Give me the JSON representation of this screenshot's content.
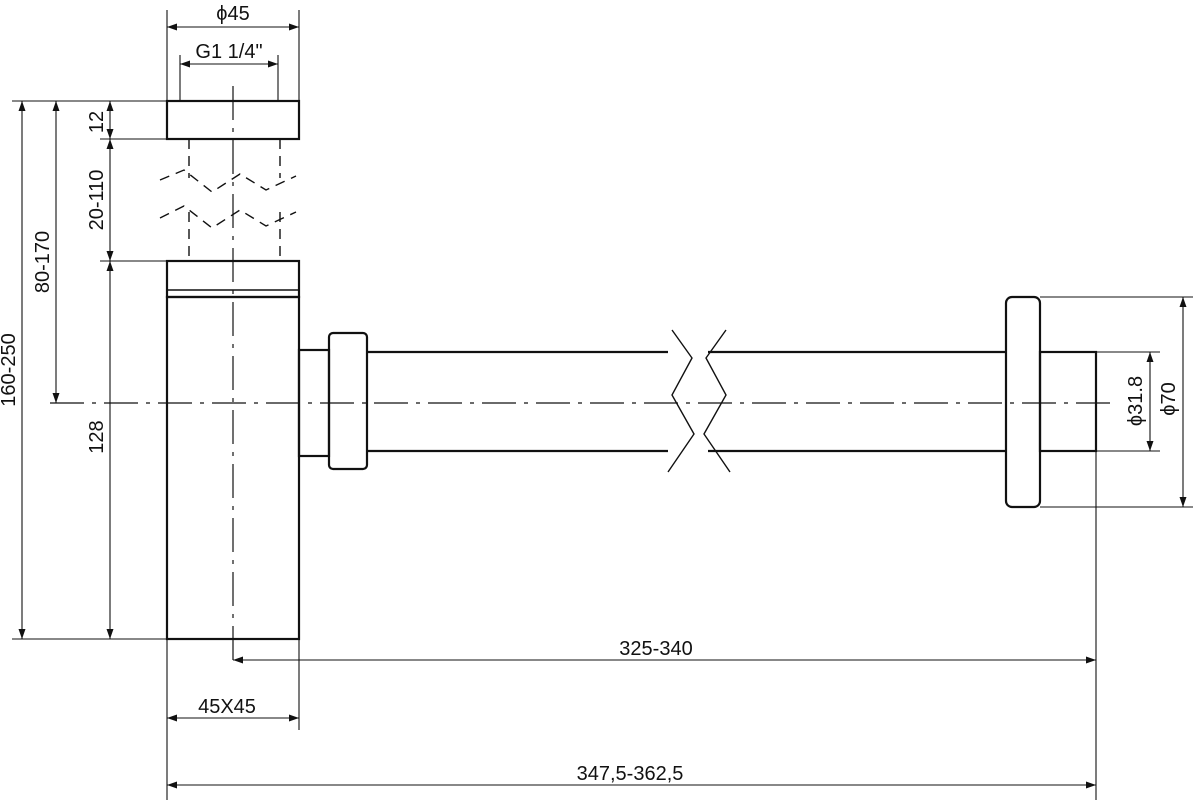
{
  "drawing": {
    "dims": {
      "top_outer_diameter": "ϕ45",
      "thread": "G1 1/4\"",
      "cap_height": "12",
      "extension": "20-110",
      "body_depth": "80-170",
      "overall_height": "160-250",
      "body_height": "128",
      "body_section": "45X45",
      "outlet_reach": "325-340",
      "overall_length": "347,5-362,5",
      "pipe_diameter": "ϕ31.8",
      "flange_diameter": "ϕ70"
    }
  }
}
